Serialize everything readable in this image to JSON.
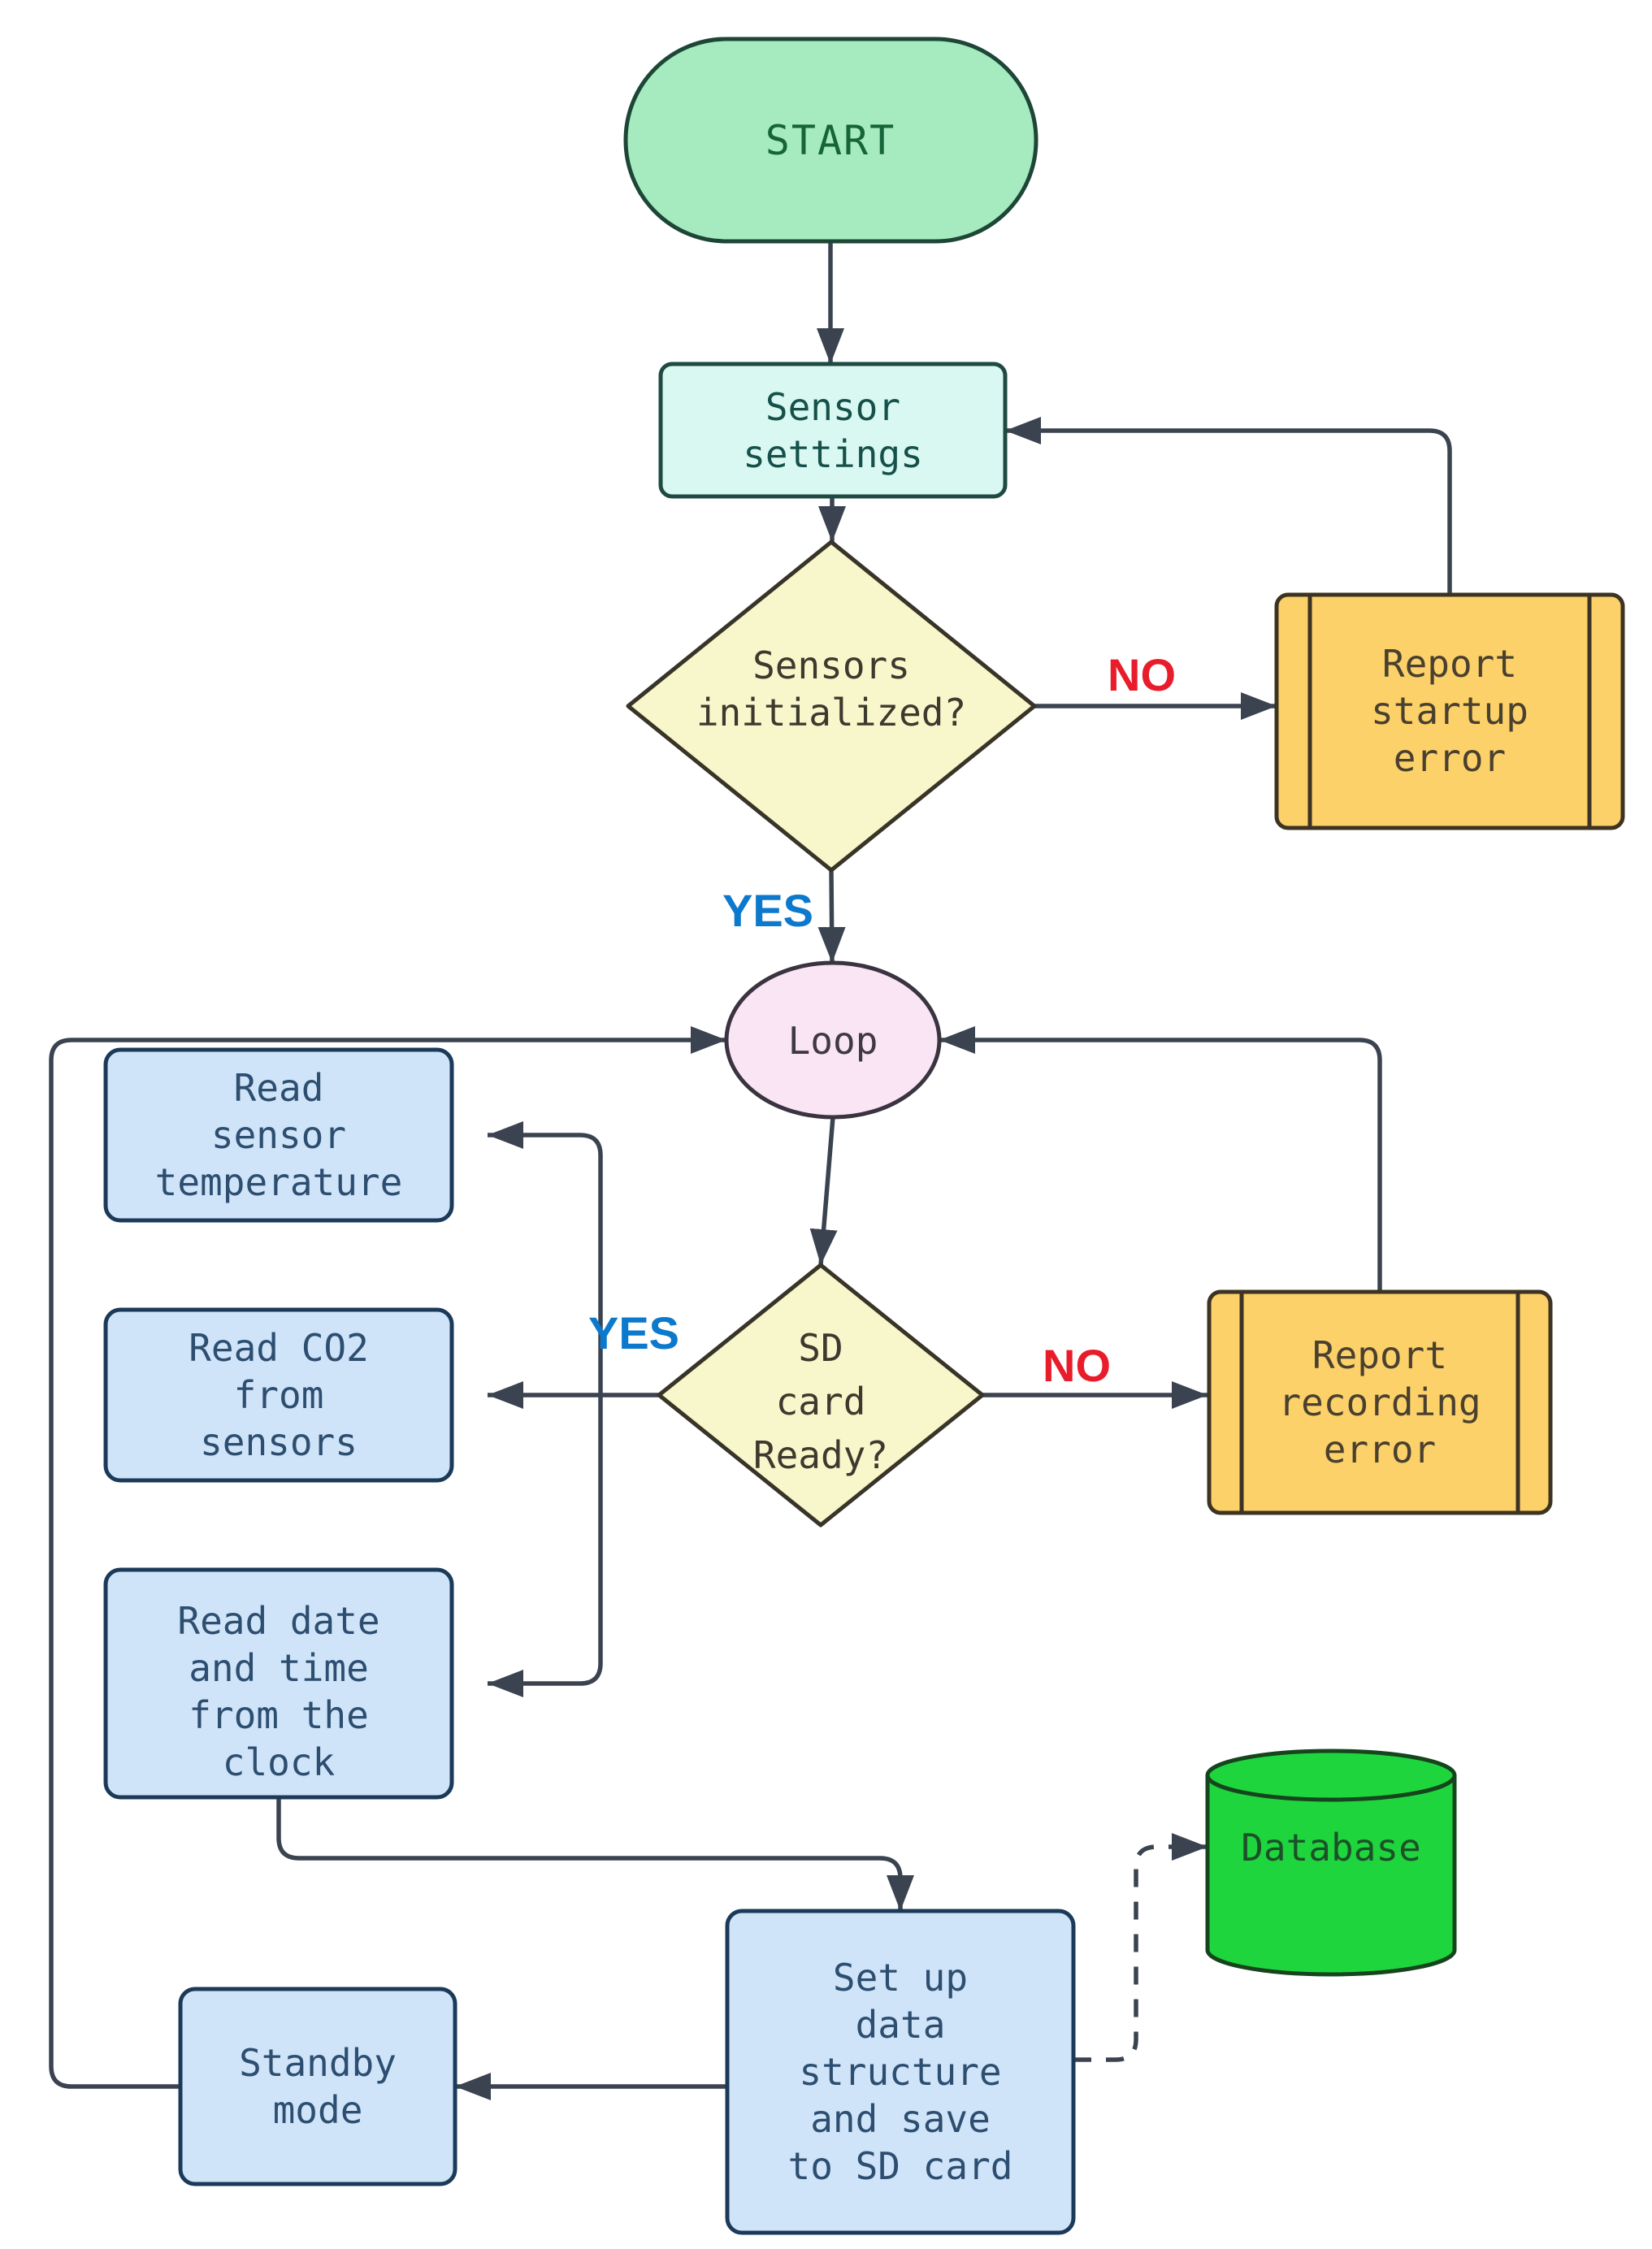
{
  "diagram": {
    "type": "flowchart",
    "nodes": {
      "start": {
        "shape": "terminator",
        "label": "START"
      },
      "sensor_settings": {
        "shape": "process",
        "lines": [
          "Sensor",
          "settings"
        ]
      },
      "sensors_initialized": {
        "shape": "decision",
        "lines": [
          "Sensors",
          "initialized?"
        ]
      },
      "report_startup_error": {
        "shape": "predefined-process",
        "lines": [
          "Report",
          "startup",
          "error"
        ]
      },
      "loop": {
        "shape": "ellipse",
        "label": "Loop"
      },
      "sd_card_ready": {
        "shape": "decision",
        "lines": [
          "SD",
          "card",
          "Ready?"
        ]
      },
      "report_recording_error": {
        "shape": "predefined-process",
        "lines": [
          "Report",
          "recording",
          "error"
        ]
      },
      "read_sensor_temperature": {
        "shape": "process",
        "lines": [
          "Read",
          "sensor",
          "temperature"
        ]
      },
      "read_co2_from_sensors": {
        "shape": "process",
        "lines": [
          "Read CO2",
          "from",
          "sensors"
        ]
      },
      "read_date_time": {
        "shape": "process",
        "lines": [
          "Read date",
          "and time",
          "from the",
          "clock"
        ]
      },
      "setup_data_structure": {
        "shape": "process",
        "lines": [
          "Set up",
          "data",
          "structure",
          "and save",
          "to SD card"
        ]
      },
      "standby_mode": {
        "shape": "process",
        "lines": [
          "Standby",
          "mode"
        ]
      },
      "database": {
        "shape": "cylinder",
        "label": "Database"
      }
    },
    "edge_labels": {
      "init_no": "NO",
      "init_yes": "YES",
      "sd_yes": "YES",
      "sd_no": "NO"
    },
    "edges": [
      {
        "from": "start",
        "to": "sensor_settings",
        "style": "solid"
      },
      {
        "from": "sensor_settings",
        "to": "sensors_initialized",
        "style": "solid"
      },
      {
        "from": "sensors_initialized",
        "to": "report_startup_error",
        "label": "NO",
        "style": "solid"
      },
      {
        "from": "report_startup_error",
        "to": "sensor_settings",
        "style": "solid"
      },
      {
        "from": "sensors_initialized",
        "to": "loop",
        "label": "YES",
        "style": "solid"
      },
      {
        "from": "loop",
        "to": "sd_card_ready",
        "style": "solid"
      },
      {
        "from": "sd_card_ready",
        "to": "report_recording_error",
        "label": "NO",
        "style": "solid"
      },
      {
        "from": "report_recording_error",
        "to": "loop",
        "style": "solid"
      },
      {
        "from": "sd_card_ready",
        "to": "read_sensor_temperature",
        "label": "YES",
        "style": "solid"
      },
      {
        "from": "sd_card_ready",
        "to": "read_co2_from_sensors",
        "label": "YES",
        "style": "solid"
      },
      {
        "from": "sd_card_ready",
        "to": "read_date_time",
        "label": "YES",
        "style": "solid"
      },
      {
        "from": "read_date_time",
        "to": "setup_data_structure",
        "style": "solid"
      },
      {
        "from": "setup_data_structure",
        "to": "standby_mode",
        "style": "solid"
      },
      {
        "from": "standby_mode",
        "to": "loop",
        "style": "solid"
      },
      {
        "from": "setup_data_structure",
        "to": "database",
        "style": "dashed"
      }
    ]
  },
  "colors": {
    "background": "#ffffff",
    "line": "#3b4350",
    "yes_label": "#0c79cc",
    "no_label": "#e91c2b",
    "start_fill": "#a6eabf",
    "start_stroke": "#1d4636",
    "start_text": "#156539",
    "teal_fill": "#d9f8f1",
    "teal_stroke": "#1e4a42",
    "teal_text": "#15514a",
    "decision_fill": "#f8f6cb",
    "decision_stroke": "#383428",
    "decision_text": "#3c392e",
    "error_fill": "#fdd169",
    "error_stroke": "#3d3322",
    "error_text": "#49402f",
    "loop_fill": "#fae5f4",
    "loop_stroke": "#3a3340",
    "loop_text": "#3f3944",
    "process_fill": "#cfe4f8",
    "process_stroke": "#1b3a59",
    "process_text": "#2d4e70",
    "database_fill": "#1ed53e",
    "database_stroke": "#15441d",
    "database_text": "#1c5128"
  }
}
